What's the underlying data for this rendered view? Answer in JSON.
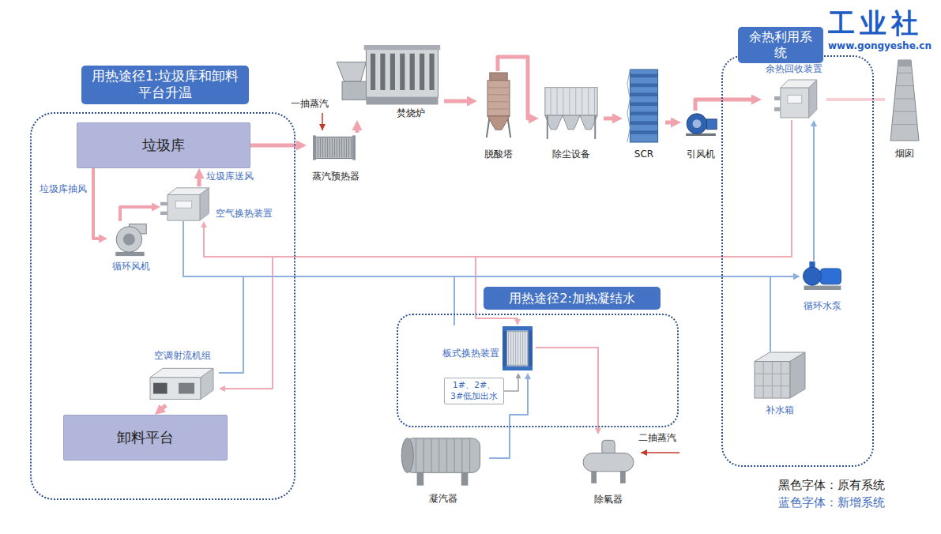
{
  "diagram": {
    "nodes": [
      {
        "text": [
          "用热途径1:垃圾库和卸料平台升温"
        ]
      },
      {
        "text": [
          "垃圾库"
        ],
        "in": 0
      },
      {
        "text": [
          "循环风机"
        ],
        "in": 0
      },
      {
        "text": [
          "空气换热装置"
        ],
        "in": 0
      },
      {
        "text": [
          "空调射流机组"
        ],
        "in": 0
      },
      {
        "text": [
          "卸料平台"
        ],
        "in": 0
      },
      {
        "text": [
          "蒸汽预热器"
        ]
      },
      {
        "text": [
          "焚烧炉"
        ]
      },
      {
        "text": [
          "脱酸塔"
        ]
      },
      {
        "text": [
          "除尘设备"
        ]
      },
      {
        "text": [
          "SCR"
        ]
      },
      {
        "text": [
          "引风机"
        ]
      },
      {
        "text": [
          "余热利用系统"
        ]
      },
      {
        "text": [
          "余热回收装置"
        ],
        "in": 12
      },
      {
        "text": [
          "循环水泵"
        ],
        "in": 12
      },
      {
        "text": [
          "补水箱"
        ],
        "in": 12
      },
      {
        "text": [
          "烟囱"
        ]
      },
      {
        "text": [
          "用热途径2:加热凝结水"
        ]
      },
      {
        "text": [
          "板式换热装置"
        ],
        "in": 17
      },
      {
        "text": [
          "1#、2#、3#低加出水"
        ],
        "in": 17
      },
      {
        "text": [
          "凝汽器"
        ]
      },
      {
        "text": [
          "除氧器"
        ]
      }
    ],
    "edges": [
      {
        "from": 1,
        "to": 6,
        "arrow": "to"
      },
      {
        "from": 6,
        "to": 7,
        "arrow": "to"
      },
      {
        "from": 7,
        "to": 8,
        "arrow": "to"
      },
      {
        "from": 8,
        "to": 9,
        "arrow": "to"
      },
      {
        "from": 9,
        "to": 10,
        "arrow": "to"
      },
      {
        "from": 10,
        "to": 11,
        "arrow": "to"
      },
      {
        "from": 11,
        "to": 13,
        "arrow": "to"
      },
      {
        "from": 13,
        "to": 16,
        "arrow": "none"
      },
      {
        "from": 1,
        "to": 2,
        "arrow": "to",
        "label": "垃圾库抽风"
      },
      {
        "from": 2,
        "to": 3,
        "arrow": "to"
      },
      {
        "from": 3,
        "to": 1,
        "arrow": "to",
        "label": "垃圾库送风"
      },
      {
        "from": 4,
        "to": 5,
        "arrow": "to"
      },
      {
        "from": 13,
        "to": 3,
        "arrow": "to"
      },
      {
        "from": 13,
        "to": 4,
        "arrow": "to"
      },
      {
        "from": 13,
        "to": 18,
        "arrow": "to"
      },
      {
        "from": 3,
        "to": 14,
        "arrow": "to"
      },
      {
        "from": 4,
        "to": 14,
        "arrow": "to"
      },
      {
        "from": 18,
        "to": 14,
        "arrow": "to"
      },
      {
        "from": 14,
        "to": 13,
        "arrow": "to"
      },
      {
        "from": 15,
        "to": 14,
        "arrow": "to"
      },
      {
        "from": 20,
        "to": 18,
        "arrow": "to"
      },
      {
        "from": 19,
        "to": 18,
        "arrow": "to"
      },
      {
        "from": 18,
        "to": 21,
        "arrow": "to"
      }
    ],
    "labels": [
      "工业社",
      "www.gongyeshe.cn",
      "一抽蒸汽",
      "二抽蒸汽"
    ],
    "legend": [
      {
        "text": "黑色字体：原有系统"
      },
      {
        "text": "蓝色字体：新增系统"
      }
    ]
  }
}
